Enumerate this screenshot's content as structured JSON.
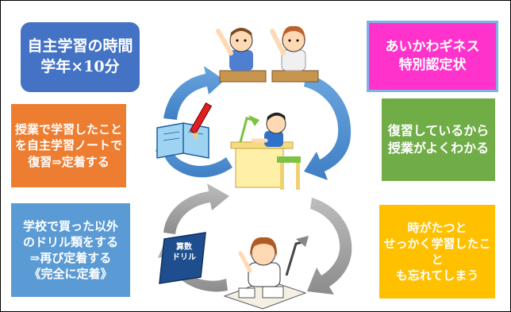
{
  "title_box": {
    "line1": "自主学習の時間",
    "line2": "学年×10分"
  },
  "award_box": {
    "line1": "あいかわギネス",
    "line2": "特別認定状"
  },
  "step1_box": {
    "line1": "授業で学習したこと",
    "line2": "を自主学習ノートで",
    "line3": "復習⇒定着する"
  },
  "result_box": {
    "line1": "復習しているから",
    "line2": "授業がよくわかる"
  },
  "step2_box": {
    "line1": "学校で買った以外",
    "line2": "のドリル類をする",
    "line3": "⇒再び定着する",
    "line4": "《完全に定着》"
  },
  "problem_box": {
    "line1": "時がたつと",
    "line2": "せっかく学習したこと",
    "line3": "も忘れてしまう"
  },
  "drill_book": {
    "line1": "算数",
    "line2": "ドリル"
  },
  "colors": {
    "title_box": "#4472c4",
    "award_box": "#ff33cc",
    "step1_box": "#ed7d31",
    "result_box": "#70ad47",
    "step2_box": "#5b9bd5",
    "problem_box": "#ffc000",
    "upper_cycle_arrows": "#5b9bd5",
    "lower_cycle_arrows": "#a6a6a6"
  },
  "icons": [
    "students-raising-hands-illustration",
    "notebook-pencil-icon",
    "child-studying-at-desk-illustration",
    "girl-doing-drill-illustration",
    "drill-book-icon"
  ]
}
